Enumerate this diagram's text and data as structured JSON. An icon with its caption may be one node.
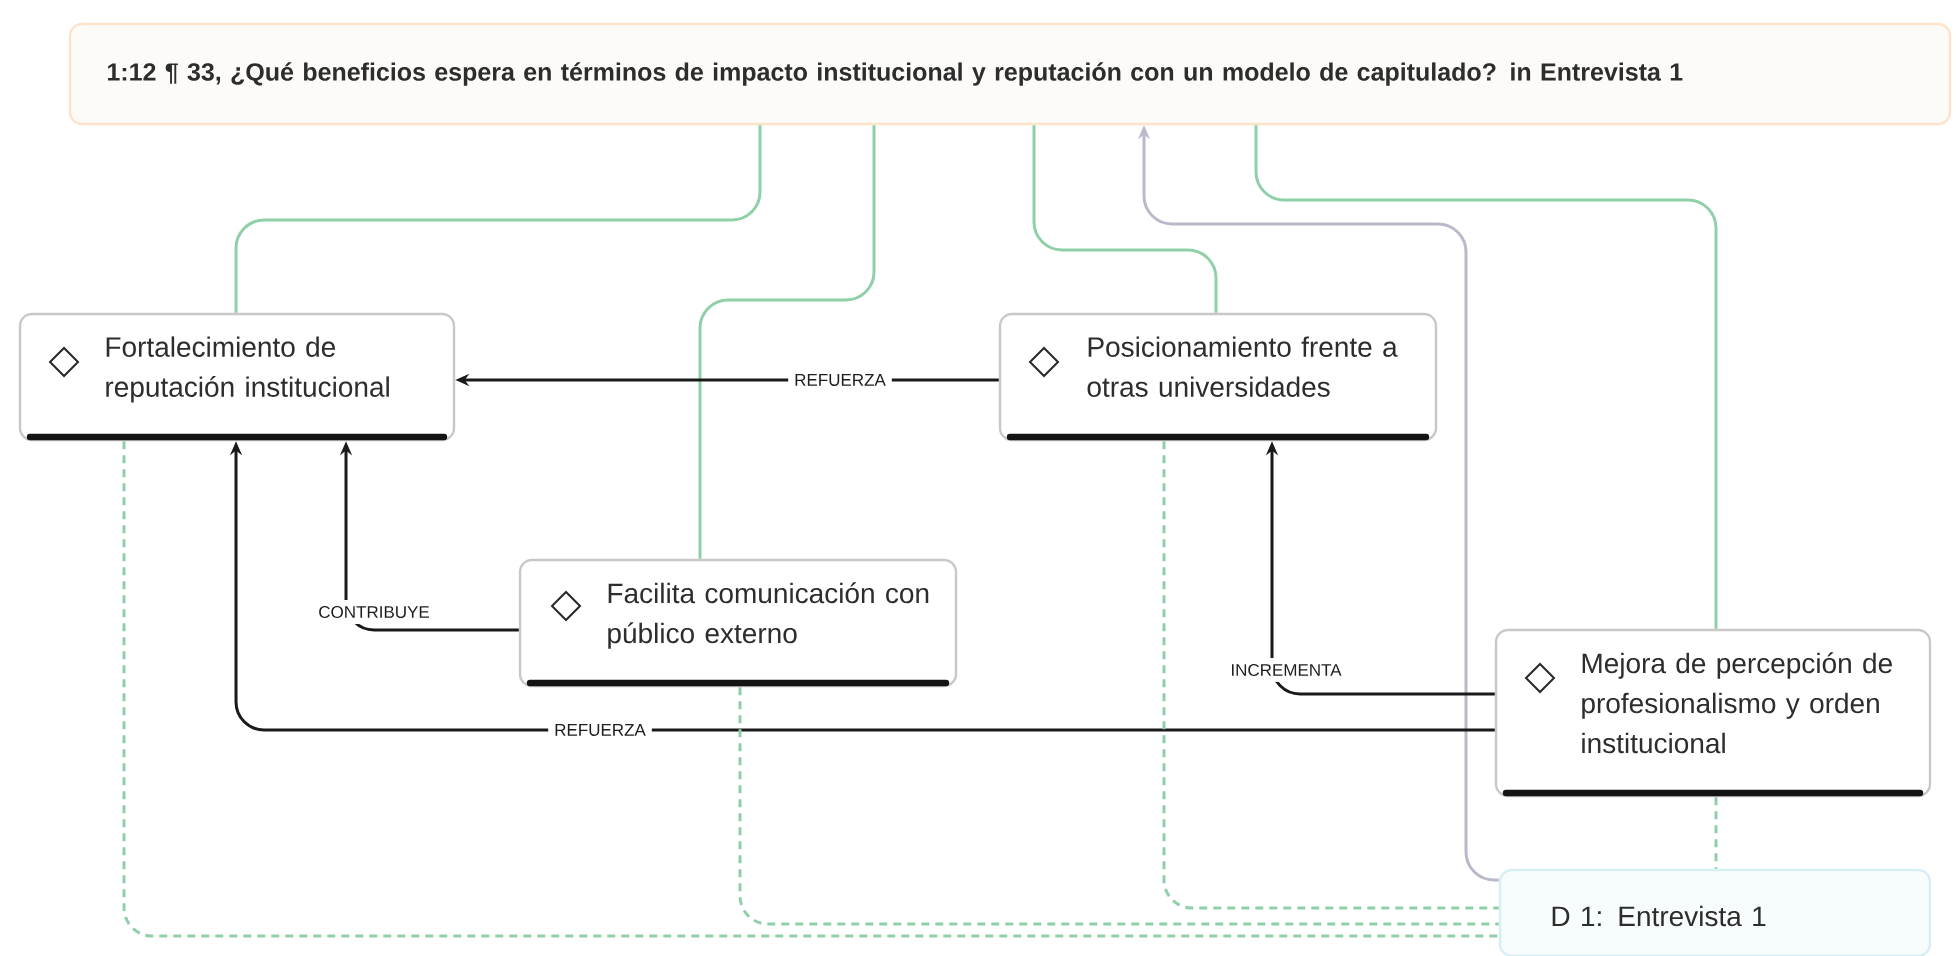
{
  "diagram": {
    "nodes": [
      {
        "text": [
          "1:12 ¶ 33, ¿Qué beneficios espera en términos de impacto institucional y reputación con un modelo de capitulado? in Entrevista 1"
        ]
      },
      {
        "text": [
          "Fortalecimiento de reputación institucional"
        ]
      },
      {
        "text": [
          "Posicionamiento frente a otras universidades"
        ]
      },
      {
        "text": [
          "Facilita comunicación con público externo"
        ]
      },
      {
        "text": [
          "Mejora de percepción de profesionalismo y orden institucional"
        ]
      },
      {
        "text": [
          "D 1: Entrevista 1"
        ]
      }
    ],
    "edges": [
      {
        "from": 0,
        "to": 1,
        "arrow": "none",
        "color": "#8fd0a8"
      },
      {
        "from": 0,
        "to": 3,
        "arrow": "none",
        "color": "#8fd0a8"
      },
      {
        "from": 0,
        "to": 2,
        "arrow": "none",
        "color": "#8fd0a8"
      },
      {
        "from": 0,
        "to": 4,
        "arrow": "none",
        "color": "#8fd0a8"
      },
      {
        "from": 5,
        "to": 0,
        "arrow": "to",
        "color": "#b9b9cc"
      },
      {
        "from": 2,
        "to": 1,
        "arrow": "to",
        "label": "REFUERZA",
        "color": "#1a1a1a"
      },
      {
        "from": 3,
        "to": 1,
        "arrow": "to",
        "label": "CONTRIBUYE",
        "color": "#1a1a1a"
      },
      {
        "from": 4,
        "to": 2,
        "arrow": "to",
        "label": "INCREMENTA",
        "color": "#1a1a1a"
      },
      {
        "from": 4,
        "to": 1,
        "arrow": "to",
        "label": "REFUERZA",
        "color": "#1a1a1a"
      },
      {
        "from": 1,
        "to": 5,
        "arrow": "none",
        "style": "dashed",
        "color": "#8fd0a8"
      },
      {
        "from": 3,
        "to": 5,
        "arrow": "none",
        "style": "dashed",
        "color": "#8fd0a8"
      },
      {
        "from": 2,
        "to": 5,
        "arrow": "none",
        "style": "dashed",
        "color": "#8fd0a8"
      },
      {
        "from": 4,
        "to": 5,
        "arrow": "none",
        "style": "dashed",
        "color": "#8fd0a8"
      }
    ]
  }
}
